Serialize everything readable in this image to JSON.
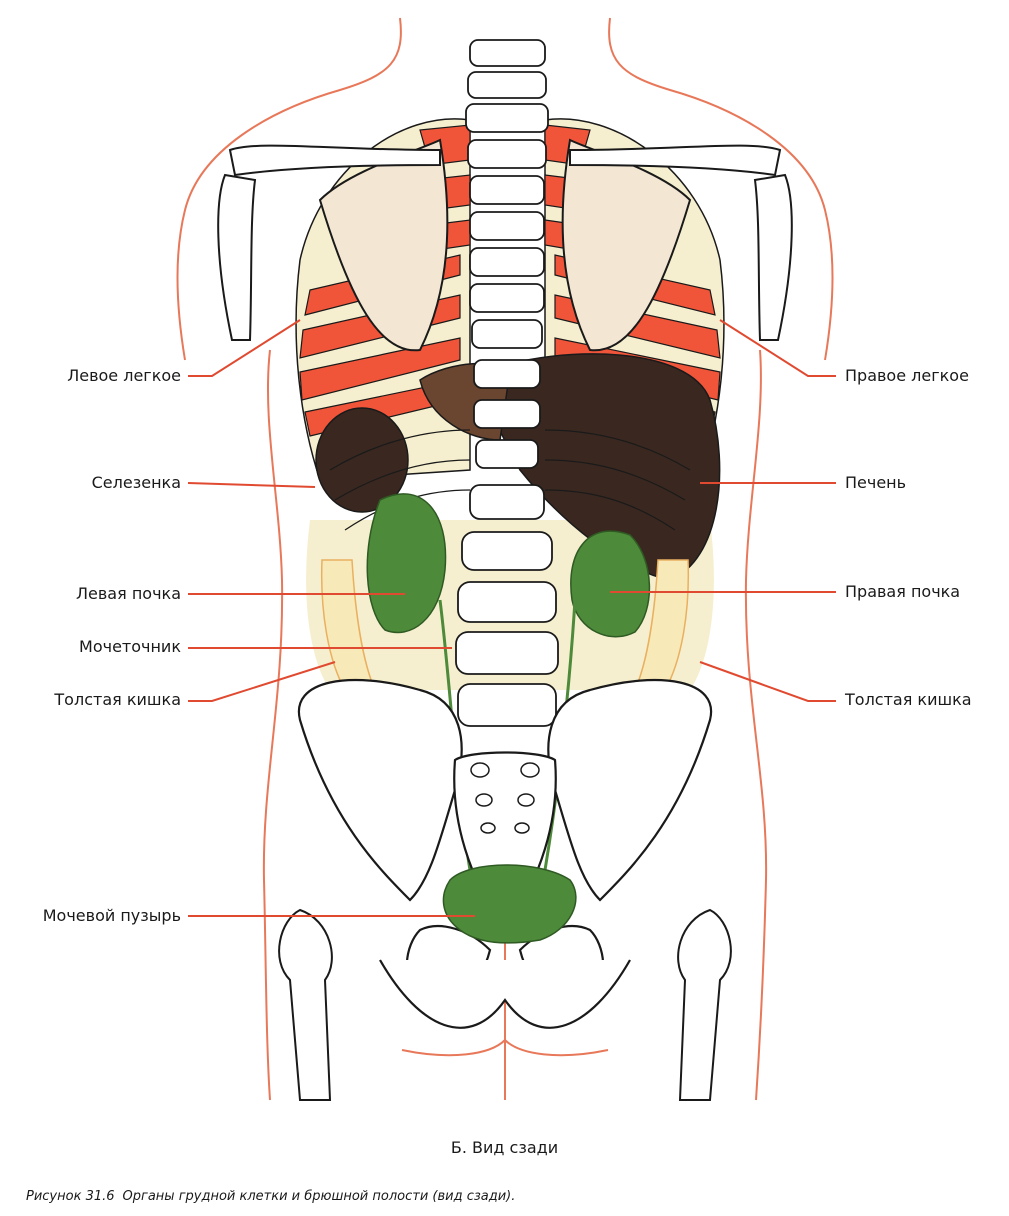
{
  "labels": {
    "left_lung": "Левое легкое",
    "right_lung": "Правое легкое",
    "spleen": "Селезенка",
    "liver": "Печень",
    "left_kidney": "Левая почка",
    "right_kidney": "Правая почка",
    "ureter": "Мочеточник",
    "colon_left": "Толстая кишка",
    "colon_right": "Толстая кишка",
    "bladder": "Мочевой пузырь"
  },
  "subtitle": "Б. Вид сзади",
  "caption": {
    "number": "Рисунок 31.6",
    "text": "Органы грудной клетки и брюшной полости (вид сзади)."
  },
  "colors": {
    "body_outline": "#e8785a",
    "ribs": "#f0553a",
    "organ_dark": "#3a2820",
    "kidney": "#4d8a3a",
    "bone_fill": "#ffffff",
    "bone_stroke": "#1a1a1a",
    "pointer": "#e04a30",
    "cream": "#f6efcf"
  },
  "icons": {
    "figure": "human-torso-posterior-view"
  }
}
